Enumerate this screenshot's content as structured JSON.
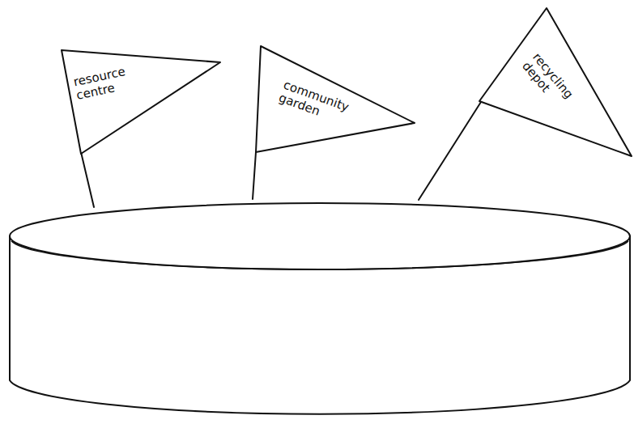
{
  "diagram": {
    "nodes": [
      {
        "text": [
          "resource centre"
        ]
      },
      {
        "text": [
          "community garden"
        ]
      },
      {
        "text": [
          "recycling depot"
        ]
      }
    ]
  }
}
